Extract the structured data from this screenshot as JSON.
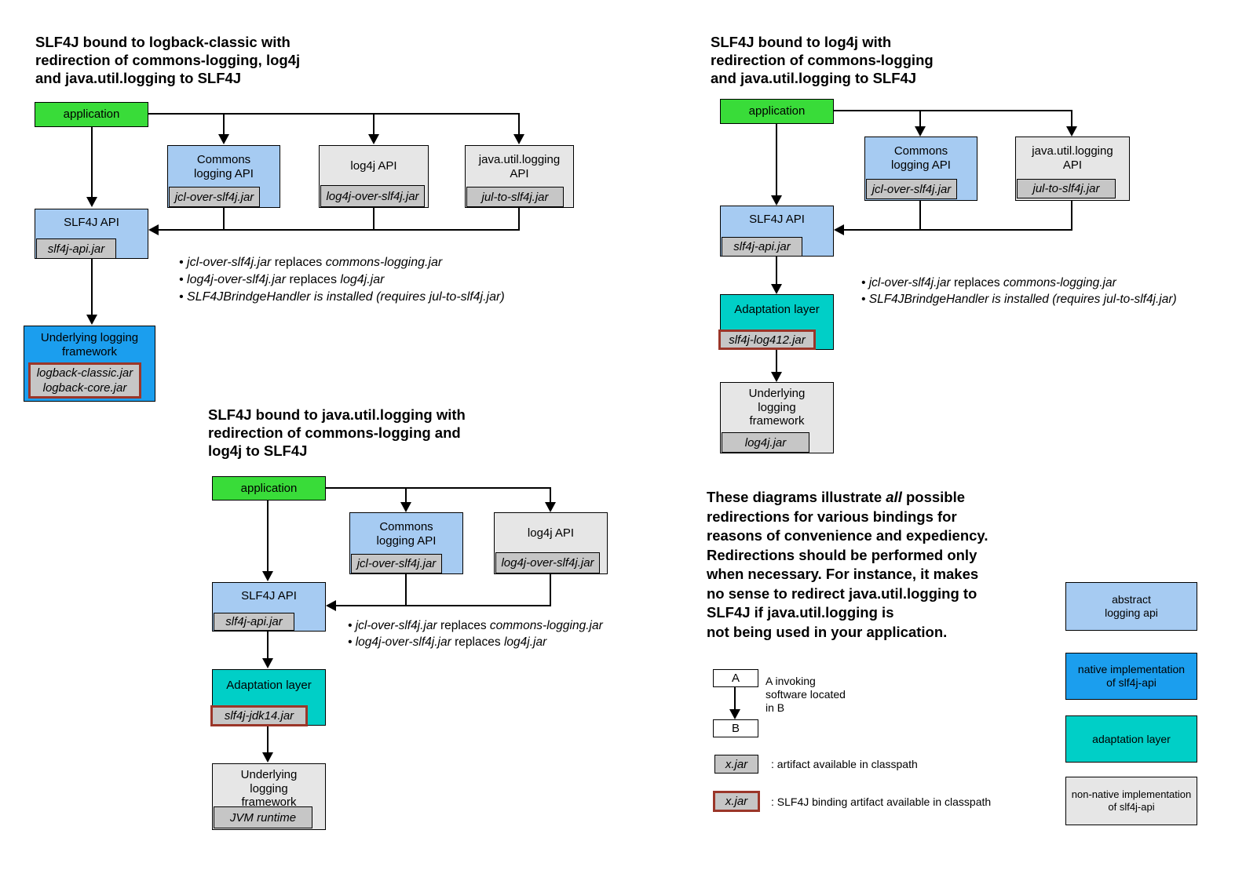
{
  "colors": {
    "application_green": "#39DC39",
    "abstract_api_blue": "#A6CBF2",
    "native_impl_blue": "#1B9EEE",
    "adaptation_teal": "#00CFC7",
    "non_native_gray": "#E6E6E6",
    "jar_tag_gray": "#C6C6C6",
    "binding_border_red": "#9B3629"
  },
  "d1": {
    "title": "SLF4J bound to logback-classic with\nredirection of commons-logging, log4j\nand java.util.logging to SLF4J",
    "application": "application",
    "commons": {
      "label": "Commons\nlogging API",
      "jar": "jcl-over-slf4j.jar"
    },
    "log4j": {
      "label": "log4j API",
      "jar": "log4j-over-slf4j.jar"
    },
    "jul": {
      "label": "java.util.logging\nAPI",
      "jar": "jul-to-slf4j.jar"
    },
    "slf4j": {
      "label": "SLF4J API",
      "jar": "slf4j-api.jar"
    },
    "underlying": {
      "label": "Underlying logging\nframework",
      "jar": "logback-classic.jar\nlogback-core.jar"
    },
    "bullets": [
      {
        "pre": "• jcl-over-slf4j.jar",
        "mid": " replaces ",
        "post": "commons-logging.jar"
      },
      {
        "pre": "• log4j-over-slf4j.jar",
        "mid": " replaces ",
        "post": "log4j.jar"
      },
      {
        "pre": "• SLF4JBrindgeHandler is installed (requires jul-to-slf4j.jar)",
        "mid": "",
        "post": ""
      }
    ]
  },
  "d2": {
    "title": "SLF4J bound to java.util.logging with\nredirection of commons-logging and\nlog4j to SLF4J",
    "application": "application",
    "commons": {
      "label": "Commons\nlogging API",
      "jar": "jcl-over-slf4j.jar"
    },
    "log4j": {
      "label": "log4j API",
      "jar": "log4j-over-slf4j.jar"
    },
    "slf4j": {
      "label": "SLF4J API",
      "jar": "slf4j-api.jar"
    },
    "adaptation": {
      "label": "Adaptation layer",
      "jar": "slf4j-jdk14.jar"
    },
    "underlying": {
      "label": "Underlying\nlogging\nframework",
      "jar": "JVM runtime"
    },
    "bullets": [
      {
        "pre": "• jcl-over-slf4j.jar",
        "mid": " replaces ",
        "post": "commons-logging.jar"
      },
      {
        "pre": "• log4j-over-slf4j.jar",
        "mid": " replaces ",
        "post": "log4j.jar"
      }
    ]
  },
  "d3": {
    "title": "SLF4J bound to log4j with\nredirection of commons-logging\nand java.util.logging to SLF4J",
    "application": "application",
    "commons": {
      "label": "Commons\nlogging API",
      "jar": "jcl-over-slf4j.jar"
    },
    "jul": {
      "label": "java.util.logging\nAPI",
      "jar": "jul-to-slf4j.jar"
    },
    "slf4j": {
      "label": "SLF4J API",
      "jar": "slf4j-api.jar"
    },
    "adaptation": {
      "label": "Adaptation layer",
      "jar": "slf4j-log412.jar"
    },
    "underlying": {
      "label": "Underlying\nlogging\nframework",
      "jar": "log4j.jar"
    },
    "bullets": [
      {
        "pre": "• jcl-over-slf4j.jar",
        "mid": " replaces ",
        "post": "commons-logging.jar"
      },
      {
        "pre": "• SLF4JBrindgeHandler is installed (requires jul-to-slf4j.jar)",
        "mid": "",
        "post": ""
      }
    ]
  },
  "note": {
    "l1a": "These diagrams illustrate ",
    "l1b": "all",
    "l1c": " possible",
    "rest": "redirections for various bindings for\nreasons of convenience and expediency.\nRedirections should be performed only\nwhen necessary. For instance, it makes\nno sense to redirect java.util.logging to\nSLF4J if java.util.logging is\nnot being used in your application."
  },
  "legend": {
    "a": "A",
    "b": "B",
    "ab_text": "A invoking\nsoftware located\nin B",
    "xjar": "x.jar",
    "artifact_text": ": artifact available in classpath",
    "binding_text": ": SLF4J binding artifact available in classpath",
    "abstract_api": "abstract\nlogging api",
    "native_impl": "native implementation\nof slf4j-api",
    "adaptation": "adaptation layer",
    "non_native_impl": "non-native implementation\nof slf4j-api"
  }
}
